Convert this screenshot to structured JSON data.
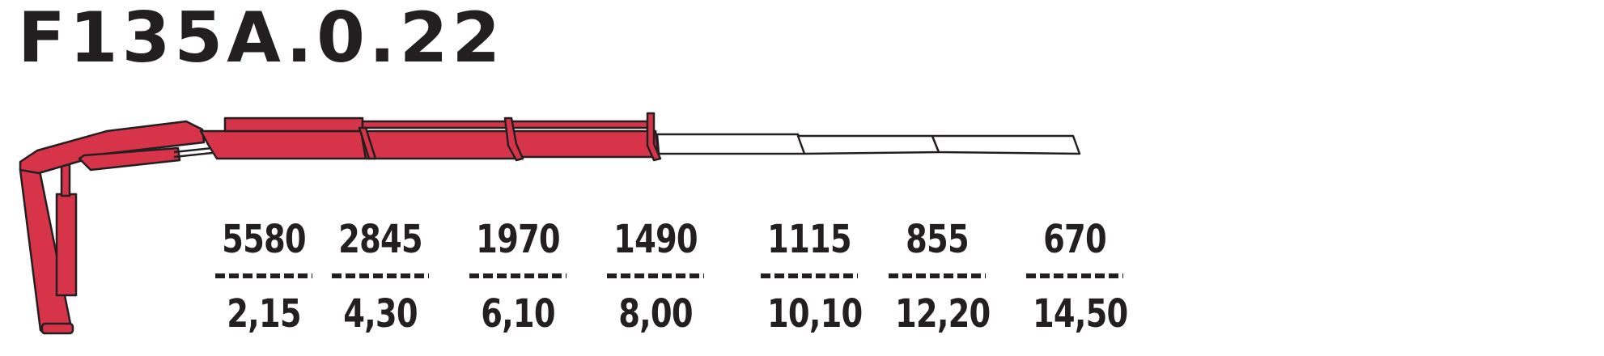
{
  "title": "F135A.0.22",
  "colors": {
    "boom_fill": "#d73349",
    "boom_outline": "#231f20",
    "extension_fill": "#ffffff",
    "text": "#231f20"
  },
  "load_chart": [
    {
      "load": "5580",
      "reach": "2,15"
    },
    {
      "load": "2845",
      "reach": "4,30"
    },
    {
      "load": "1970",
      "reach": "6,10"
    },
    {
      "load": "1490",
      "reach": "8,00"
    },
    {
      "load": "1115",
      "reach": "10,10"
    },
    {
      "load": "855",
      "reach": "12,20"
    },
    {
      "load": "670",
      "reach": "14,50"
    }
  ]
}
